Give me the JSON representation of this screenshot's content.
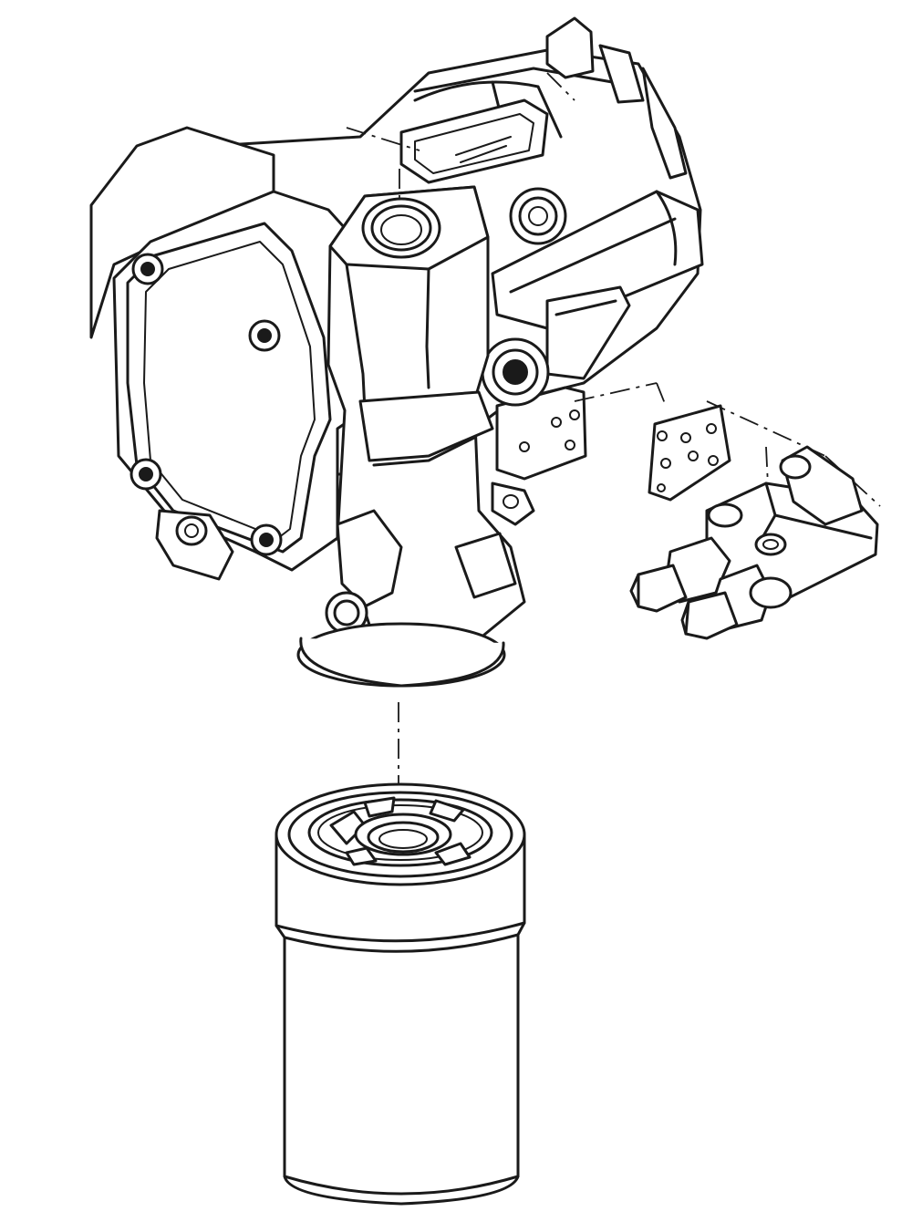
{
  "diagram": {
    "line_color": "#1a1a1a",
    "background_color": "#ffffff",
    "parts": [
      "pump-assembly",
      "filter-head",
      "spin-on-filter-cartridge",
      "gasket",
      "control-valve-block"
    ]
  }
}
